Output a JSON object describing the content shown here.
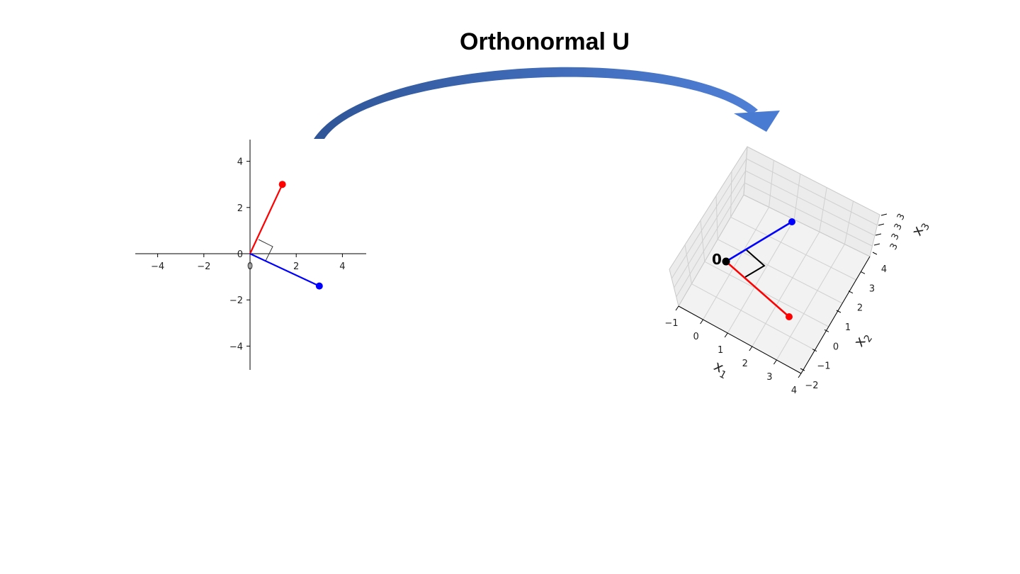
{
  "title": "Orthonormal U",
  "colors": {
    "vec_red": "#ff0000",
    "vec_blue": "#0000ff",
    "arrow": "#4472c4"
  },
  "plot2d": {
    "x_ticks": [
      "−4",
      "−2",
      "0",
      "2",
      "4"
    ],
    "y_ticks": [
      "4",
      "2",
      "0",
      "−2",
      "−4"
    ],
    "axis_range": [
      -5,
      5
    ],
    "vectors": [
      {
        "name": "red",
        "tip": [
          1.4,
          3.0
        ]
      },
      {
        "name": "blue",
        "tip": [
          3.0,
          -1.4
        ]
      }
    ]
  },
  "plot3d": {
    "origin_label": "0",
    "x1_ticks": [
      "−1",
      "0",
      "1",
      "2",
      "3",
      "4"
    ],
    "x2_ticks": [
      "4",
      "3",
      "2",
      "1",
      "0",
      "−1",
      "−2"
    ],
    "x3_ticks": [
      "3",
      "3",
      "3",
      "3"
    ],
    "x1_label": "x",
    "x1_sub": "1",
    "x2_label": "x",
    "x2_sub": "2",
    "x3_label": "x",
    "x3_sub": "3"
  }
}
